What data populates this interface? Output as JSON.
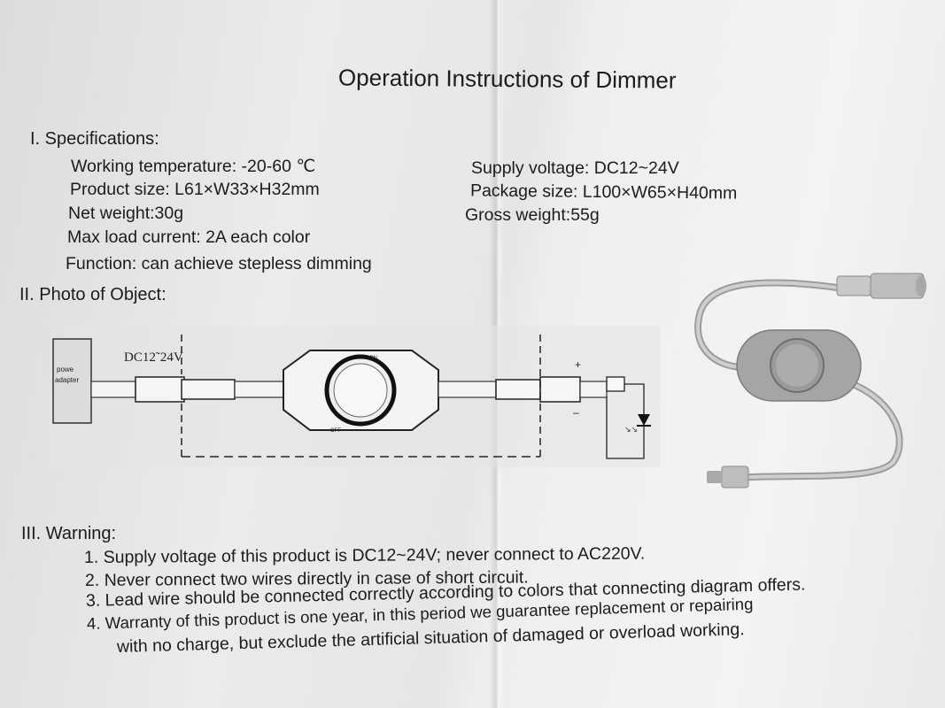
{
  "title": "Operation Instructions of Dimmer",
  "sections": {
    "specifications": {
      "heading": "I. Specifications:",
      "left": [
        "Working temperature: -20-60 ℃",
        "Product size: L61×W33×H32mm",
        "Net weight:30g",
        "Max load current: 2A each color",
        "Function: can achieve stepless dimming"
      ],
      "right": [
        "Supply voltage: DC12~24V",
        "Package size: L100×W65×H40mm",
        "Gross weight:55g"
      ]
    },
    "photo": {
      "heading": "II. Photo of Object:",
      "diagram": {
        "voltage_label": "DC12˜24V",
        "adapter_label_1": "powe",
        "adapter_label_2": "adapter",
        "knob_on": "ON",
        "knob_off": "OFF",
        "plus": "+",
        "minus": "–"
      }
    },
    "warning": {
      "heading": "III. Warning:",
      "items": [
        "1. Supply voltage of this product is DC12~24V; never connect to AC220V.",
        "2. Never connect two wires directly in case of short circuit.",
        "3. Lead wire should be connected correctly according to colors that connecting diagram offers.",
        "4. Warranty of this product is one year, in this period we guarantee replacement or repairing"
      ],
      "continuation": "with  no charge, but exclude the artificial situation of damaged or overload working."
    }
  }
}
